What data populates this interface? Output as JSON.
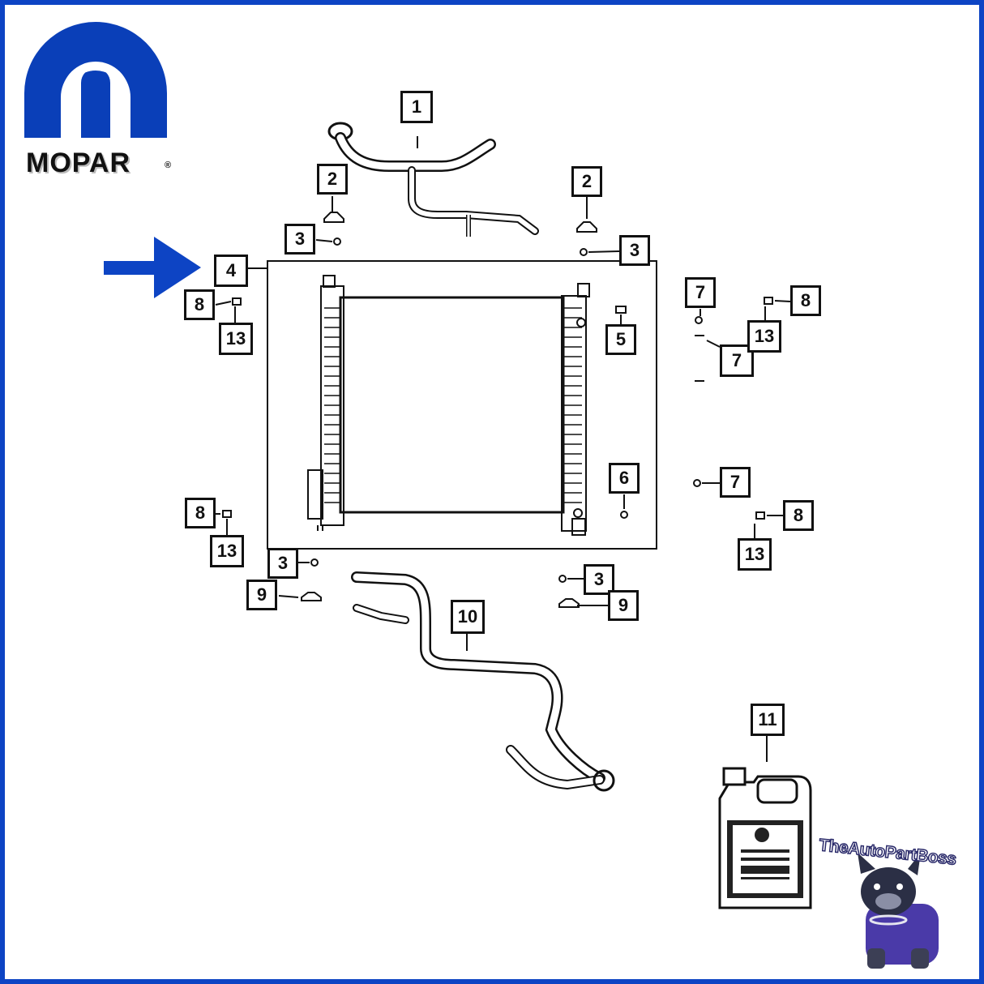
{
  "brand": {
    "name": "MOPAR",
    "registered_mark": "®",
    "color": "#0a3fb8"
  },
  "seller": {
    "name": "TheAutoPartBoss"
  },
  "colors": {
    "border": "#0d44c4",
    "line": "#111111",
    "arrow": "#0d44c4",
    "bulldog": "#2b2f45",
    "suit": "#4a3aa8"
  },
  "highlighted_part": "4",
  "callouts": [
    {
      "id": "1",
      "label": "1"
    },
    {
      "id": "2a",
      "label": "2"
    },
    {
      "id": "2b",
      "label": "2"
    },
    {
      "id": "3a",
      "label": "3"
    },
    {
      "id": "3b",
      "label": "3"
    },
    {
      "id": "3c",
      "label": "3"
    },
    {
      "id": "3d",
      "label": "3"
    },
    {
      "id": "4",
      "label": "4"
    },
    {
      "id": "5",
      "label": "5"
    },
    {
      "id": "6",
      "label": "6"
    },
    {
      "id": "7a",
      "label": "7"
    },
    {
      "id": "7b",
      "label": "7"
    },
    {
      "id": "7c",
      "label": "7"
    },
    {
      "id": "8a",
      "label": "8"
    },
    {
      "id": "8b",
      "label": "8"
    },
    {
      "id": "8c",
      "label": "8"
    },
    {
      "id": "8d",
      "label": "8"
    },
    {
      "id": "9a",
      "label": "9"
    },
    {
      "id": "9b",
      "label": "9"
    },
    {
      "id": "10",
      "label": "10"
    },
    {
      "id": "11",
      "label": "11"
    },
    {
      "id": "13a",
      "label": "13"
    },
    {
      "id": "13b",
      "label": "13"
    },
    {
      "id": "13c",
      "label": "13"
    },
    {
      "id": "13d",
      "label": "13"
    }
  ]
}
